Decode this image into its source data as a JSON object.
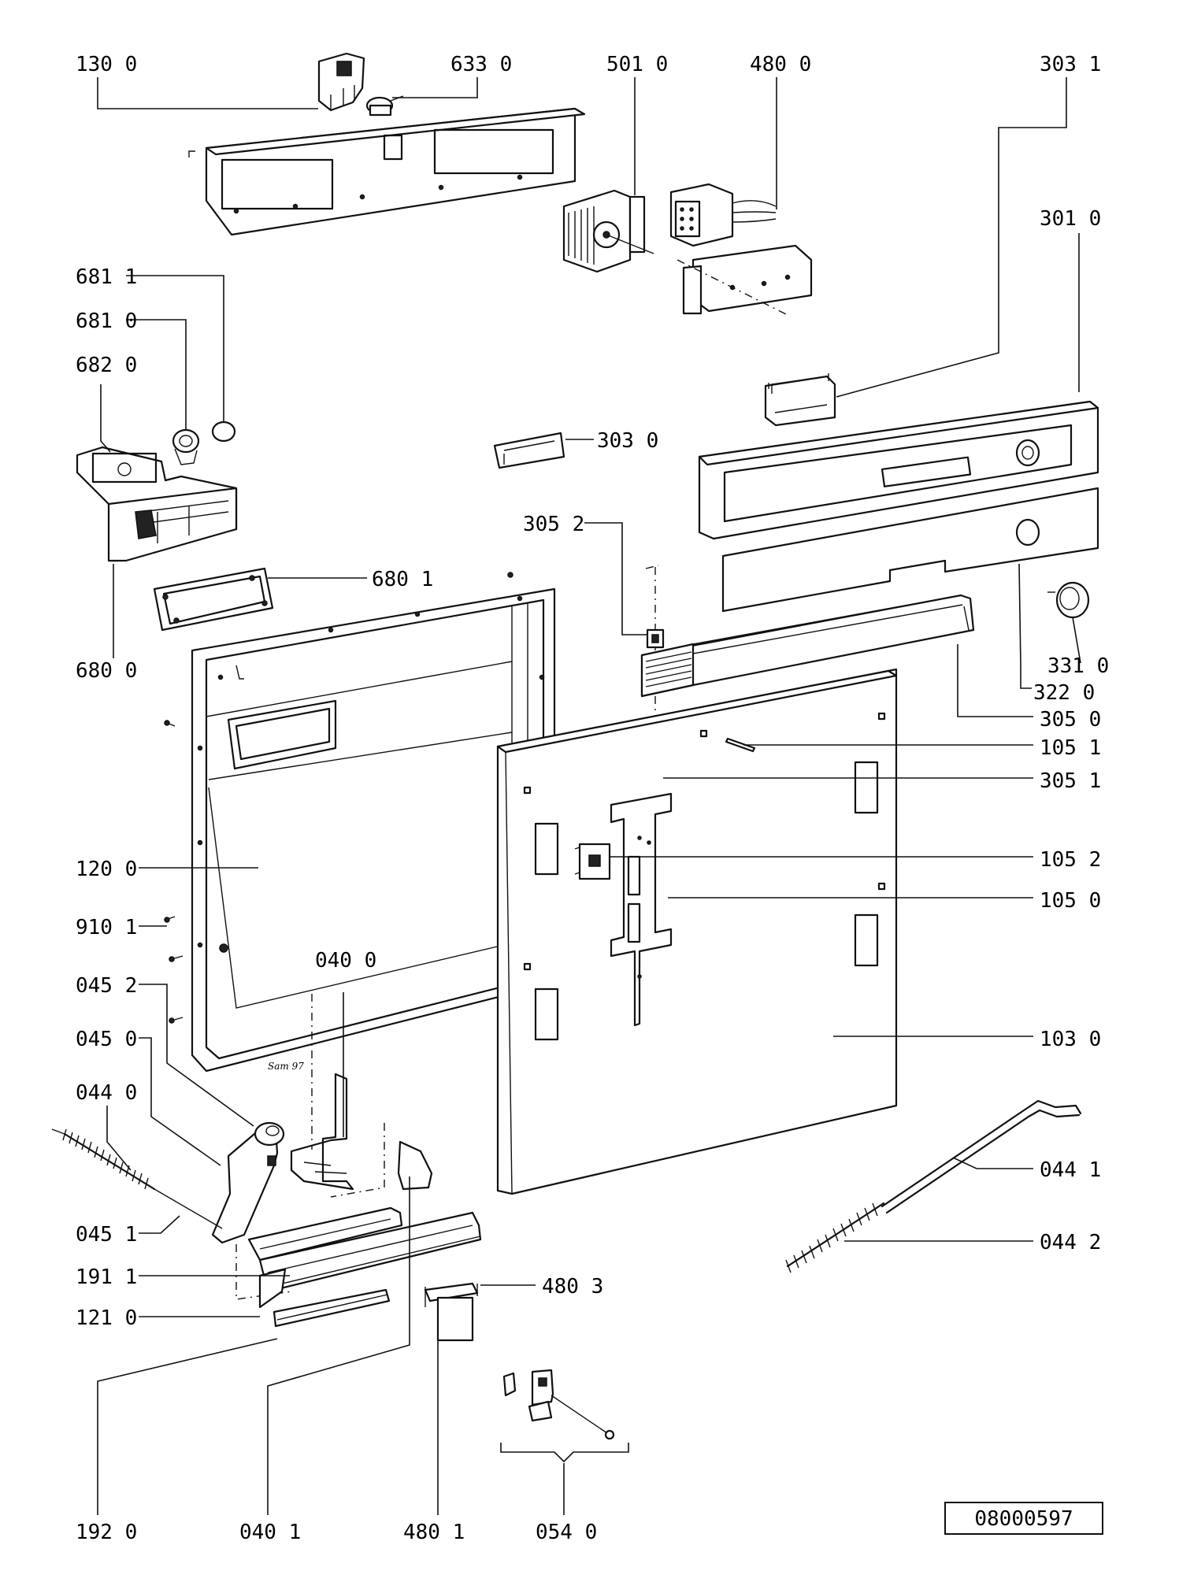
{
  "labels": {
    "l130_0": "130 0",
    "l633_0": "633 0",
    "l501_0": "501 0",
    "l480_0": "480 0",
    "l303_1": "303 1",
    "l301_0": "301 0",
    "l681_1": "681 1",
    "l681_0": "681 0",
    "l682_0": "682 0",
    "l303_0": "303 0",
    "l305_2": "305 2",
    "l680_1": "680 1",
    "l680_0": "680 0",
    "l331_0": "331 0",
    "l322_0": "322 0",
    "l305_0": "305 0",
    "l105_1": "105 1",
    "l305_1": "305 1",
    "l120_0": "120 0",
    "l105_2": "105 2",
    "l105_0": "105 0",
    "l910_1": "910 1",
    "l040_0": "040 0",
    "l045_2": "045 2",
    "l045_0": "045 0",
    "l103_0": "103 0",
    "l044_0": "044 0",
    "l044_1": "044 1",
    "l045_1": "045 1",
    "l044_2": "044 2",
    "l191_1": "191 1",
    "l480_3": "480 3",
    "l121_0": "121 0",
    "l192_0": "192 0",
    "l040_1": "040 1",
    "l480_1": "480 1",
    "l054_0": "054 0"
  },
  "signature": "Sam 97",
  "reference_number": "08000597"
}
